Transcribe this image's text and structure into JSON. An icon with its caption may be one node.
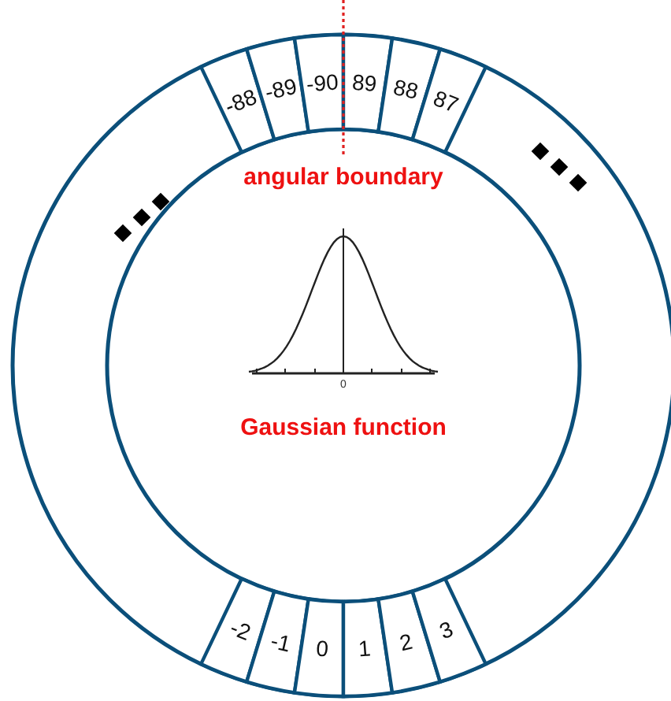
{
  "diagram": {
    "nodes": [
      {
        "text": [
          "-88"
        ]
      },
      {
        "text": [
          "-89"
        ]
      },
      {
        "text": [
          "-90"
        ]
      },
      {
        "text": [
          "89"
        ]
      },
      {
        "text": [
          "88"
        ]
      },
      {
        "text": [
          "87"
        ]
      },
      {
        "text": [
          "-2"
        ]
      },
      {
        "text": [
          "-1"
        ]
      },
      {
        "text": [
          "0"
        ]
      },
      {
        "text": [
          "1"
        ]
      },
      {
        "text": [
          "2"
        ]
      },
      {
        "text": [
          "3"
        ]
      }
    ],
    "labels": [
      "angular boundary",
      "0",
      "Gaussian function"
    ]
  }
}
